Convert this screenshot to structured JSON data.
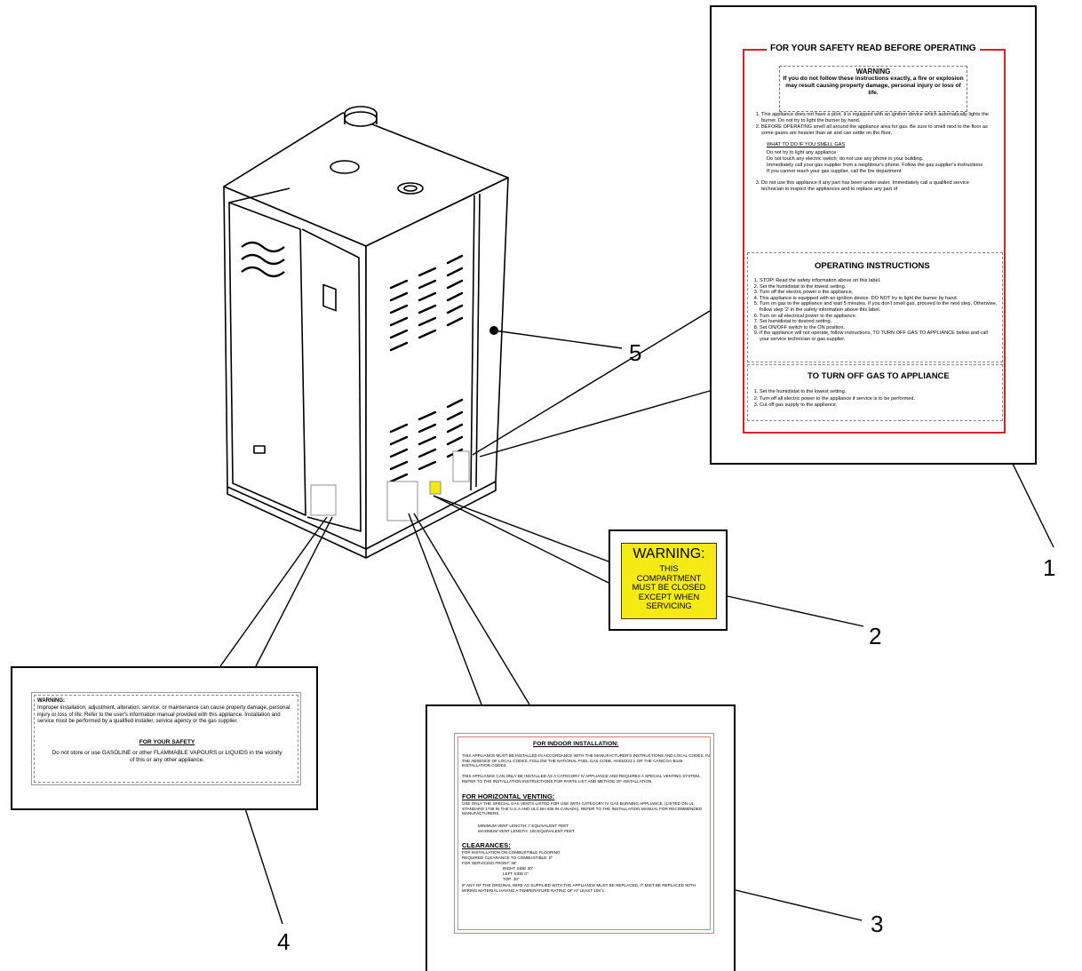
{
  "callouts": [
    "1",
    "2",
    "3",
    "4",
    "5"
  ],
  "label1": {
    "header": "FOR YOUR SAFETY READ BEFORE OPERATING",
    "warning_title": "WARNING",
    "warning_text": "If you do not follow these instructions exactly, a fire or explosion may result causing property damage, personal injury or loss of life.",
    "item1": "This appliance does not have a pilot.  It is equipped with an ignition device which automatically lights the burner.  Do not try to light the burner by hand.",
    "item2": "BEFORE OPERATING smell all around the appliance area for gas.  Be sure to smell next to the floor as some gases are heavier than air and can settle on the floor.",
    "smell_heading": "WHAT TO DO IF YOU SMELL GAS",
    "smell_lines": [
      "Do not try to light any appliance",
      "Do not touch any electric switch; do not use any phone in your building.",
      "Immediately call your gas supplier from a neighbour's phone. Follow the gas supplier's instructions",
      "If you cannot reach your gas supplier, call the fire department"
    ],
    "item3": "Do not use this appliance if any part has been under water. Immediately call a qualified service technician to inspect the appliances and to replace any part of",
    "operating_header": "OPERATING INSTRUCTIONS",
    "operating_steps": [
      "STOP! Read the safety information above on this label.",
      "Set the humidistat to the lowest setting.",
      "Turn off the electric power o the appliance.",
      "This appliance is equipped with an ignition device.  DO NOT try to light the burner by hand.",
      "Turn on gas to the appliance and wait 5 minutes.  If you don't smell gas, proceed to the next step.  Otherwise, follow step '2' in the safety information above this label.",
      "Turn on all electrical power to the appliance.",
      "Set humidistat to desired setting.",
      "Set ON/OFF switch to the ON position.",
      "If the appliance will not operate, follow instructions, TO TURN OFF GAS TO APPLIANCE below and call your service technician or gas supplier."
    ],
    "turnoff_header": "TO TURN OFF GAS TO APPLIANCE",
    "turnoff_steps": [
      "Set the humidistat to the lowest setting.",
      "Turn off all electric power to the appliance if service is to be performed.",
      "Cut off gas supply to the appliance."
    ]
  },
  "label2": {
    "title": "WARNING:",
    "lines": [
      "THIS",
      "COMPARTMENT",
      "MUST BE CLOSED",
      "EXCEPT WHEN",
      "SERVICING"
    ]
  },
  "label3": {
    "title": "FOR INDOOR INSTALLATION:",
    "p1": "THIS APPLIANCE MUST BE INSTALLED IN ACCORDANCE WITH THE MANUFACTURER'S INSTRUCTIONS AND LOCAL CODES.  IN THE ABSENCE OF LOCAL CODES, FOLLOW THE NATIONAL FUEL GAS CODE, ANSIZ223.1 OR THE CAN/CGA-B149 INSTALLATION CODES.",
    "p2": "THIS APPLIANCE CAN ONLY BE INSTALLED AS A CATEGORY IV APPLIANCE AND REQUIRES A SPECIAL VENTING SYSTEM.  REFER TO THE INSTALLATION INSTRUCTIONS FOR PARTS LIST AND METHOD OF INSTALLATION.",
    "venting_heading": "FOR HORIZONTAL VENTING:",
    "p3": "USE ONLY THE SPECIAL GAS VENTS LISTED FOR USE WITH CATEGORY IV GAS BURNING APPLIANCE, (LISTED ON UL STANDARD 1738 IN THE U.S.A AND ULC BH 636 IN CANADA). REFER TO THE INSTALLATION MANUAL FOR RECOMMENDED MANUFACTURERS.",
    "min_vent": "MINIMUM VENT LENGTH:    7 EQUIVALENT FEET",
    "max_vent": "MAXIMUM VENT LENGTH:   100 EQUIVALENT FEET",
    "clearances_heading": "CLEARANCES:",
    "clear_lines": [
      "FOR INSTALLATION ON COMBUSTIBLE FLOORING",
      "REQUIRED CLEARANCE TO COMBUSTIBLE: 0\"",
      "FOR SERVICING       FRONT: 36\"",
      "RIGHT SIDE 30\"",
      "LEFT SIDE 0\"",
      "TOP: 30\""
    ],
    "p4": "IF ANY OF THE ORIGINAL WIRE AS SUPPLIED WITH THE APPLIANCE MUST BE REPLACED, IT MIST BE REPLACED WITH WIRING MATERIAL HAVING A TEMPERATURE RATING OF AT LEAST 105°c."
  },
  "label4": {
    "warning_heading": "WARNING:",
    "warning_text": "Improper installation, adjustment, alteration, service, or maintenance can cause property damage, personal injury or loss of life.  Refer to the user's information manual provided with this appliance. Installation and service must be performed by a qualified installer, service agency or the gas supplier.",
    "safety_heading": "FOR YOUR SAFETY",
    "safety_text": "Do not store or use GASOLINE or other FLAMMABLE VAPOURS or LIQUIDS in the vicinity of this or any other appliance."
  },
  "colors": {
    "accent_red": "#d9232b",
    "warning_yellow": "#f5ea14"
  }
}
